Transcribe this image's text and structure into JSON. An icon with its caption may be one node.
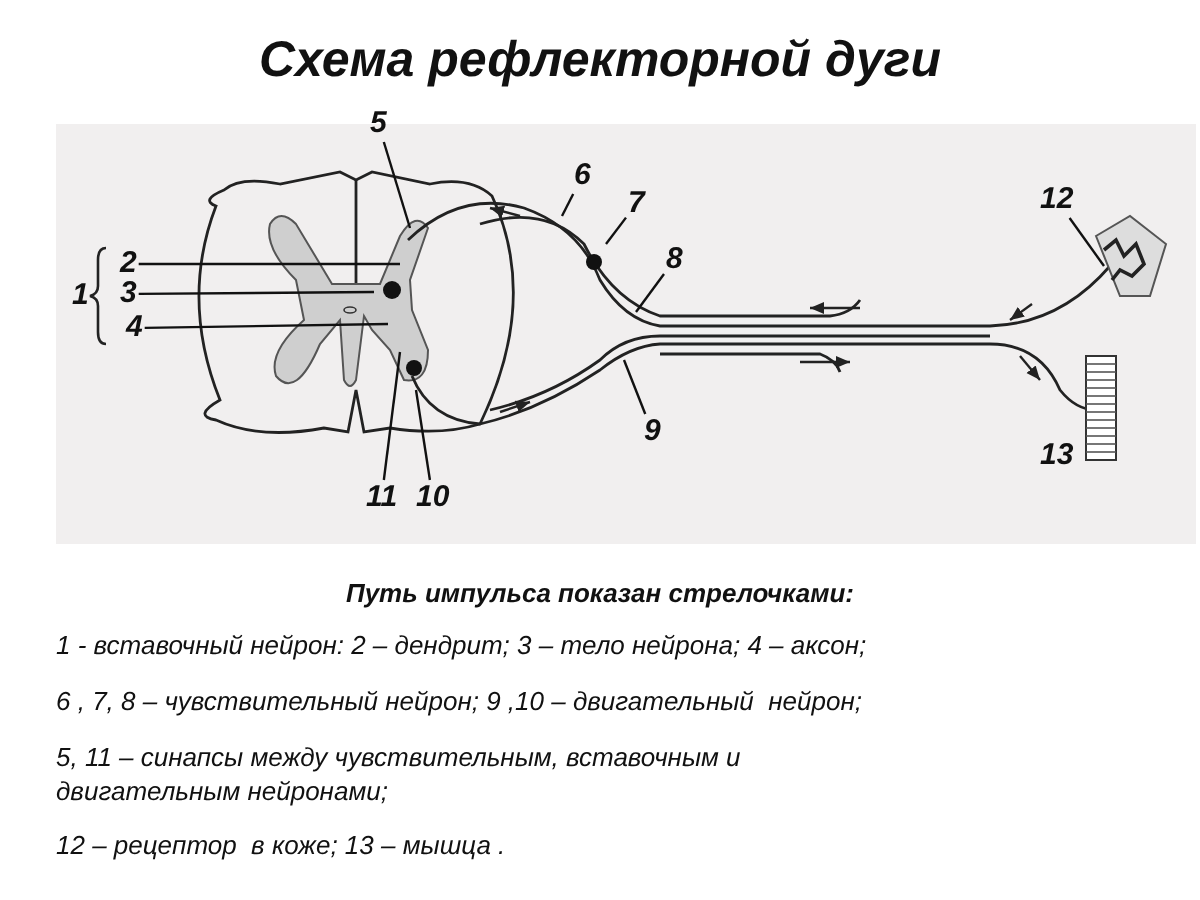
{
  "diagram": {
    "title": "Схема рефлекторной дуги",
    "nodes": [
      {
        "text": [
          "2"
        ]
      },
      {
        "text": [
          "3"
        ]
      },
      {
        "text": [
          "4"
        ]
      },
      {
        "text": [
          "5"
        ]
      },
      {
        "text": [
          "6"
        ]
      },
      {
        "text": [
          "7"
        ]
      },
      {
        "text": [
          "8"
        ]
      },
      {
        "text": [
          "9"
        ]
      },
      {
        "text": [
          "10"
        ]
      },
      {
        "text": [
          "11"
        ]
      },
      {
        "text": [
          "12"
        ]
      }
    ],
    "edges": [
      {
        "from": 0,
        "to": null,
        "arrow": "none"
      },
      {
        "from": 1,
        "to": null,
        "arrow": "none"
      },
      {
        "from": 2,
        "to": null,
        "arrow": "none"
      },
      {
        "from": 3,
        "to": null,
        "arrow": "none"
      },
      {
        "from": 4,
        "to": null,
        "arrow": "none"
      },
      {
        "from": 5,
        "to": null,
        "arrow": "none"
      },
      {
        "from": 6,
        "to": null,
        "arrow": "none"
      },
      {
        "from": 7,
        "to": null,
        "arrow": "none"
      },
      {
        "from": 8,
        "to": null,
        "arrow": "none"
      },
      {
        "from": 9,
        "to": null,
        "arrow": "none"
      },
      {
        "from": 10,
        "to": null,
        "arrow": "none"
      }
    ],
    "labels": [
      "1",
      "13",
      "Путь импульса показан стрелочками:",
      "1 - вставочный нейрон: 2 – дендрит; 3 – тело нейрона; 4 – аксон;",
      "6 , 7, 8 – чувствительный нейрон; 9 ,10 – двигательный  нейрон;",
      "5, 11 – синапсы между чувствительным, вставочным и двигательным нейронами;",
      "12 – рецептор  в коже; 13 – мышца ."
    ]
  }
}
